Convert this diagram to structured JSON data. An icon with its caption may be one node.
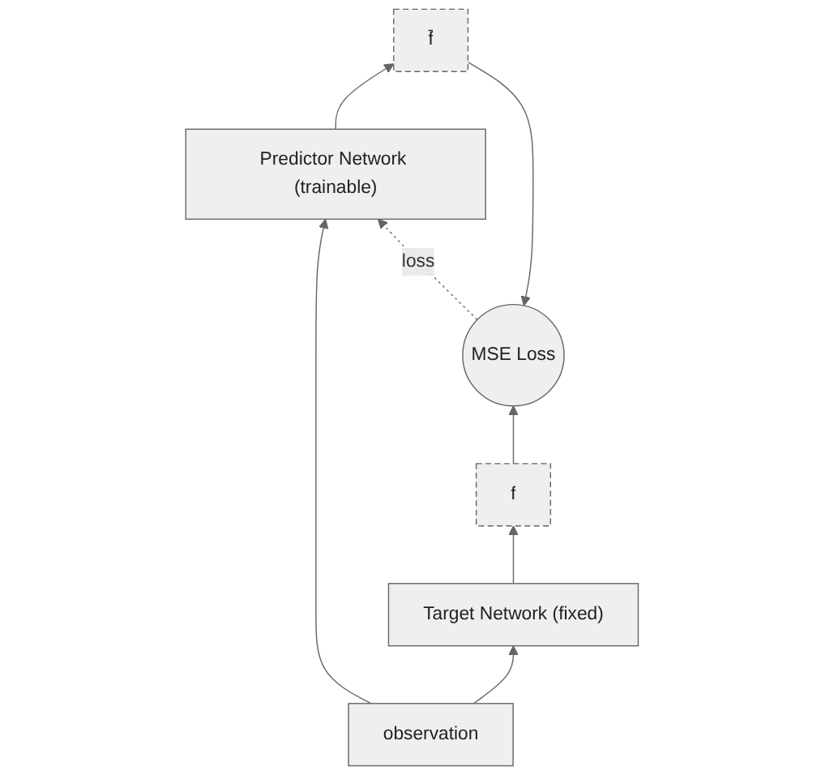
{
  "diagram": {
    "nodes": [
      {
        "text": [
          "MSE Loss"
        ]
      },
      {
        "text": [
          "f"
        ]
      },
      {
        "text": [
          "f̄"
        ]
      },
      {
        "text": [
          "Target Network (fixed)"
        ]
      },
      {
        "text": [
          "Predictor Network (trainable)"
        ]
      },
      {
        "text": [
          "observation"
        ]
      }
    ],
    "edges": [
      {
        "from": 1,
        "to": 0,
        "arrow": "to"
      },
      {
        "from": 2,
        "to": 0,
        "arrow": "to"
      },
      {
        "from": 3,
        "to": 1,
        "arrow": "to"
      },
      {
        "from": 4,
        "to": 2,
        "arrow": "to"
      },
      {
        "from": 5,
        "to": 3,
        "arrow": "to"
      },
      {
        "from": 5,
        "to": 4,
        "arrow": "to"
      },
      {
        "from": 0,
        "to": 4,
        "arrow": "to",
        "label": "loss",
        "style": "dashed"
      }
    ]
  }
}
